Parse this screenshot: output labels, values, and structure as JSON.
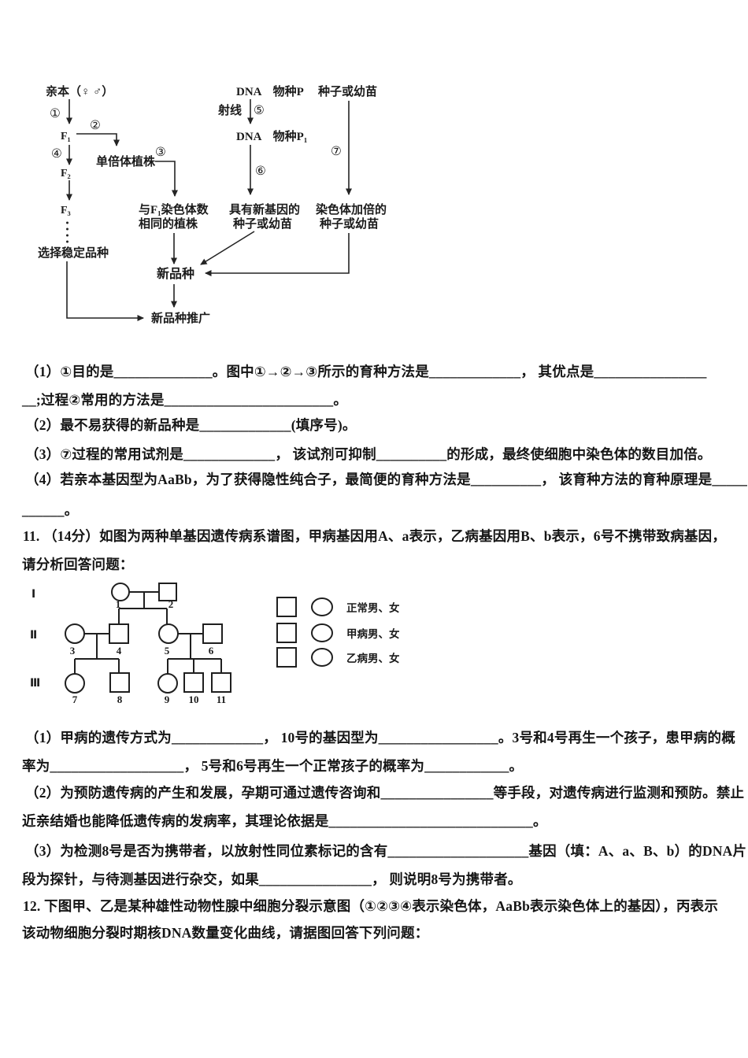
{
  "flowchart": {
    "parents": "亲本（♀ ♂）",
    "steps": {
      "s1": "①",
      "s2": "②",
      "s3": "③",
      "s4": "④",
      "s5": "⑤",
      "s6": "⑥",
      "s7": "⑦"
    },
    "f1": "F₁",
    "f2": "F₂",
    "f3": "F₃",
    "haploid_plant": "单倍体植株",
    "same_chromosome_line1": "与F₁染色体数",
    "same_chromosome_line2": "相同的植株",
    "select_stable_variety": "选择稳定品种",
    "dna_species_p": "DNA　物种P",
    "ray": "射线",
    "dna_species_p1": "DNA　物种P₁",
    "new_gene_seed_line1": "具有新基因的",
    "new_gene_seed_line2": "种子或幼苗",
    "seed_or_seedling": "种子或幼苗",
    "chromosome_doubled_line1": "染色体加倍的",
    "chromosome_doubled_line2": "种子或幼苗",
    "new_variety": "新品种",
    "new_variety_promotion": "新品种推广"
  },
  "questions": {
    "q10": {
      "line1": "（1）①目的是______________。图中①→②→③所示的育种方法是_____________， 其优点是________________",
      "line2": "__;过程②常用的方法是________________________。",
      "line3": "（2）最不易获得的新品种是_____________(填序号)。",
      "line4": "（3）⑦过程的常用试剂是_____________， 该试剂可抑制__________的形成，最终使细胞中染色体的数目加倍。",
      "line5": "（4）若亲本基因型为AaBb，为了获得隐性纯合子，最简便的育种方法是__________， 该育种方法的育种原理是_____",
      "line6": "______。"
    },
    "q11": {
      "intro1": "11. （14分）如图为两种单基因遗传病系谱图，甲病基因用A、a表示，乙病基因用B、b表示，6号不携带致病基因，",
      "intro2": "请分析回答问题：",
      "line1": "（1）甲病的遗传方式为_____________， 10号的基因型为_________________。3号和4号再生一个孩子，患甲病的概",
      "line2": "率为___________________， 5号和6号再生一个正常孩子的概率为____________。",
      "line3": "（2）为预防遗传病的产生和发展，孕期可通过遗传咨询和________________等手段，对遗传病进行监测和预防。禁止",
      "line4": "近亲结婚也能降低遗传病的发病率，其理论依据是_____________________________。",
      "line5": "（3）为检测8号是否为携带者，以放射性同位素标记的含有____________________基因（填：A、a、B、b）的DNA片",
      "line6": "段为探针，与待测基因进行杂交，如果________________， 则说明8号为携带者。"
    },
    "q12": {
      "intro1": "12. 下图甲、乙是某种雄性动物性腺中细胞分裂示意图（①②③④表示染色体，AaBb表示染色体上的基因），丙表示",
      "intro2": "该动物细胞分裂时期核DNA数量变化曲线，请据图回答下列问题："
    }
  },
  "pedigree": {
    "generation_labels": [
      "Ⅰ",
      "Ⅱ",
      "Ⅲ"
    ],
    "member_numbers": [
      "1",
      "2",
      "3",
      "4",
      "5",
      "6",
      "7",
      "8",
      "9",
      "10",
      "11"
    ],
    "legend": {
      "normal": "正常男、女",
      "disease_a": "甲病男、女",
      "disease_b": "乙病男、女"
    }
  }
}
